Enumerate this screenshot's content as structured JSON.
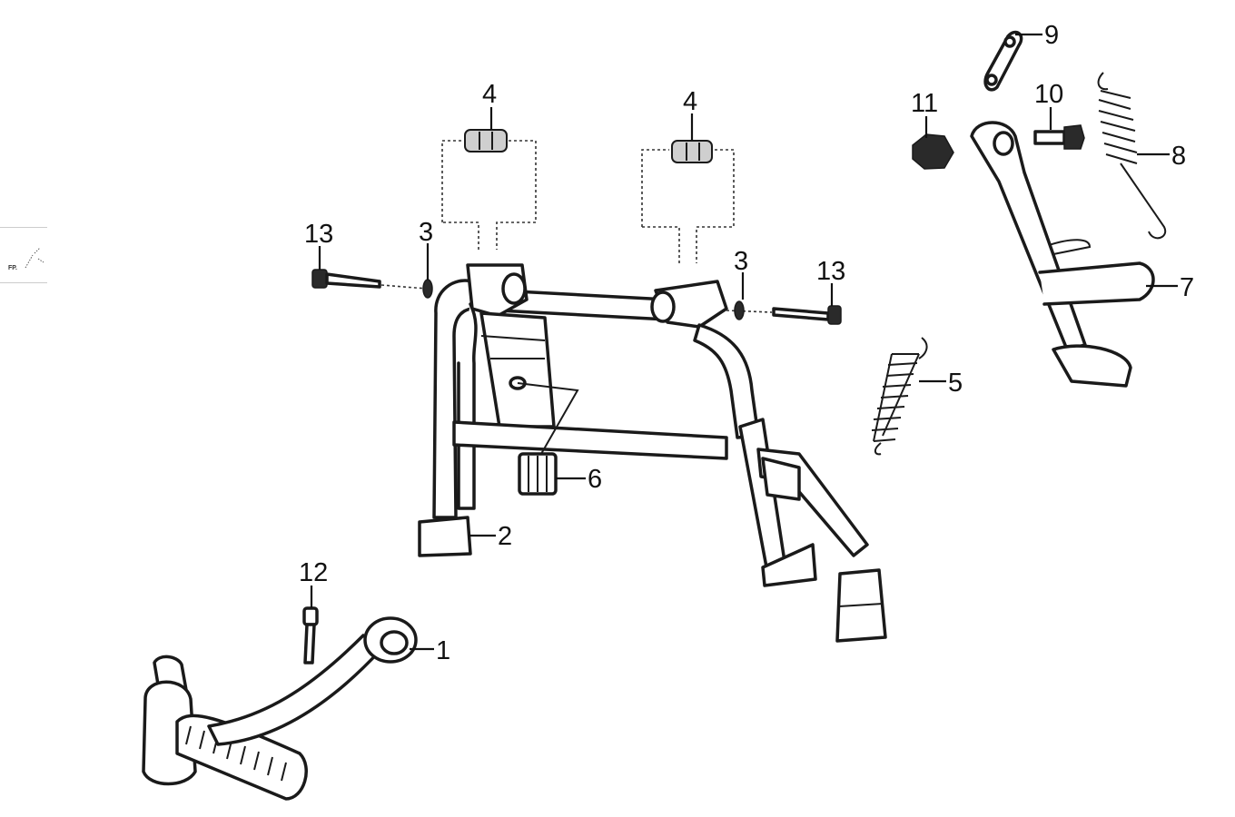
{
  "diagram": {
    "corner_mark": "FP.",
    "callouts": [
      {
        "id": "c1",
        "label": "1"
      },
      {
        "id": "c2",
        "label": "2"
      },
      {
        "id": "c3a",
        "label": "3"
      },
      {
        "id": "c3b",
        "label": "3"
      },
      {
        "id": "c4a",
        "label": "4"
      },
      {
        "id": "c4b",
        "label": "4"
      },
      {
        "id": "c5",
        "label": "5"
      },
      {
        "id": "c6",
        "label": "6"
      },
      {
        "id": "c7",
        "label": "7"
      },
      {
        "id": "c8",
        "label": "8"
      },
      {
        "id": "c9",
        "label": "9"
      },
      {
        "id": "c10",
        "label": "10"
      },
      {
        "id": "c11",
        "label": "11"
      },
      {
        "id": "c12",
        "label": "12"
      },
      {
        "id": "c13a",
        "label": "13"
      },
      {
        "id": "c13b",
        "label": "13"
      }
    ]
  }
}
